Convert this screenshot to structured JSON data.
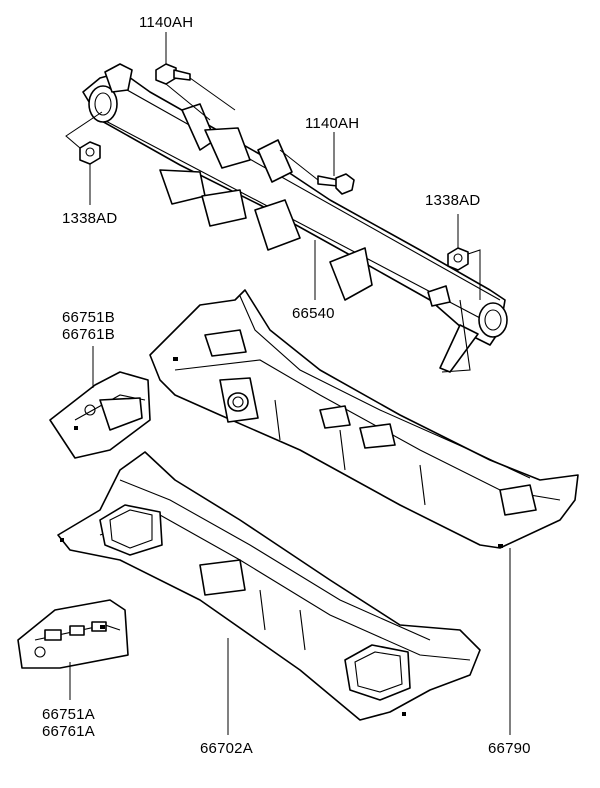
{
  "labels": {
    "bolt_top": "1140AH",
    "bolt_mid": "1140AH",
    "nut_left": "1338AD",
    "nut_right": "1338AD",
    "crossmember": "66540",
    "bracket_upper_1": "66751B",
    "bracket_upper_2": "66761B",
    "bracket_lower_1": "66751A",
    "bracket_lower_2": "66761A",
    "dash_lower_panel": "66702A",
    "cowl_top_panel": "66790"
  },
  "colors": {
    "line": "#000000",
    "background": "#ffffff"
  }
}
